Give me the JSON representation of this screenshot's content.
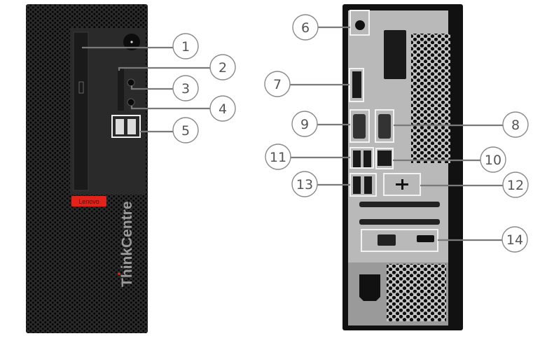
{
  "front": {
    "brand_badge": "Lenovo",
    "model_logo": "ThinkCentre",
    "callouts": [
      "1",
      "2",
      "3",
      "4",
      "5"
    ]
  },
  "rear": {
    "callouts": [
      "6",
      "7",
      "8",
      "9",
      "10",
      "11",
      "12",
      "13",
      "14"
    ]
  },
  "colors": {
    "chassis": "#1c1c1c",
    "panel": "#2a2a2a",
    "rear_plate": "#b9b9b9",
    "brand_red": "#e2231a",
    "callout_stroke": "#8a8a8a"
  }
}
